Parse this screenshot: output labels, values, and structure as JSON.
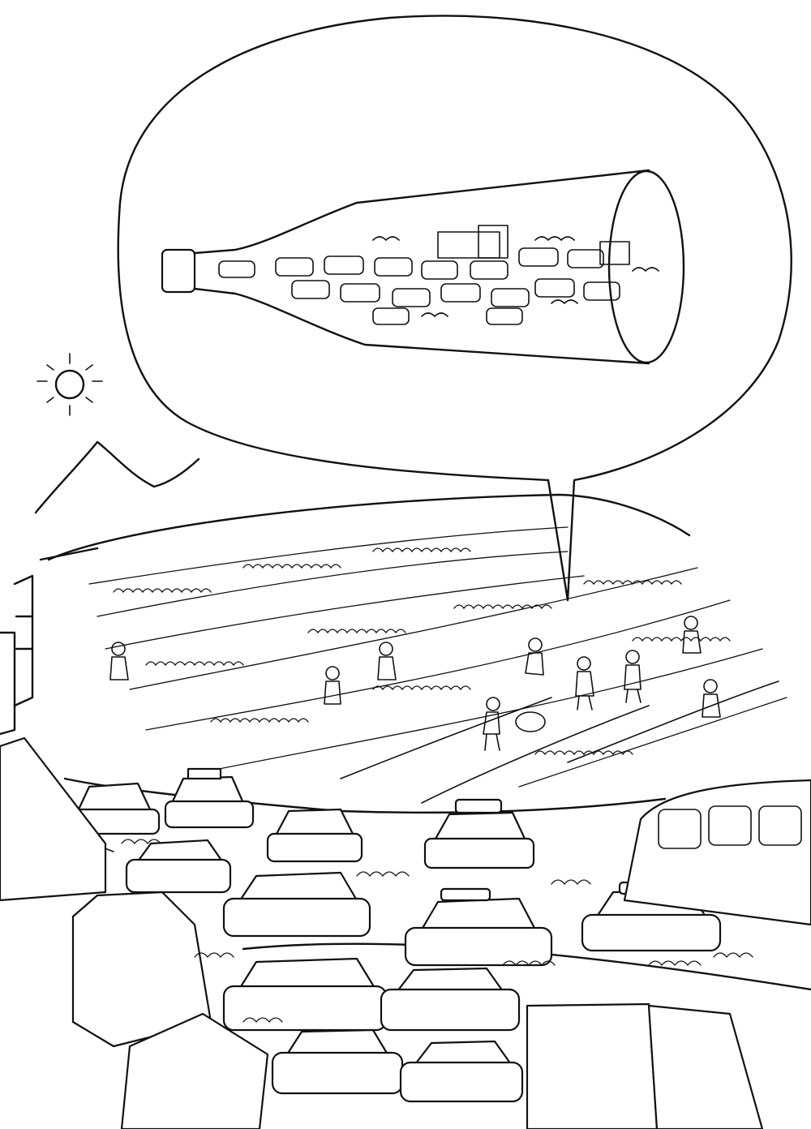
{
  "scene": {
    "style": "black ink line drawing on white",
    "ink_color": "#111111",
    "paper_color": "#ffffff",
    "elements": [
      "thought-bubble",
      "wine-bottle-with-traffic-jam",
      "sun",
      "mountain",
      "vineyard-rows",
      "grape-pickers",
      "traffic-jam-cars",
      "bus",
      "truck"
    ]
  }
}
